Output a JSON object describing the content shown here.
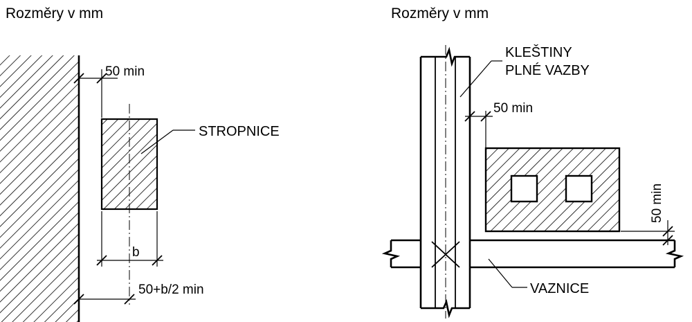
{
  "left_panel": {
    "heading": "Rozměry v mm",
    "dim_top": "50 min",
    "member_label": "STROPNICE",
    "dim_b": "b",
    "dim_bottom": "50+b/2 min"
  },
  "right_panel": {
    "heading": "Rozměry v mm",
    "label_top_line1": "KLEŠTINY",
    "label_top_line2": "PLNÉ VAZBY",
    "dim_side": "50 min",
    "dim_vertical": "50 min",
    "label_bottom": "VAZNICE"
  }
}
